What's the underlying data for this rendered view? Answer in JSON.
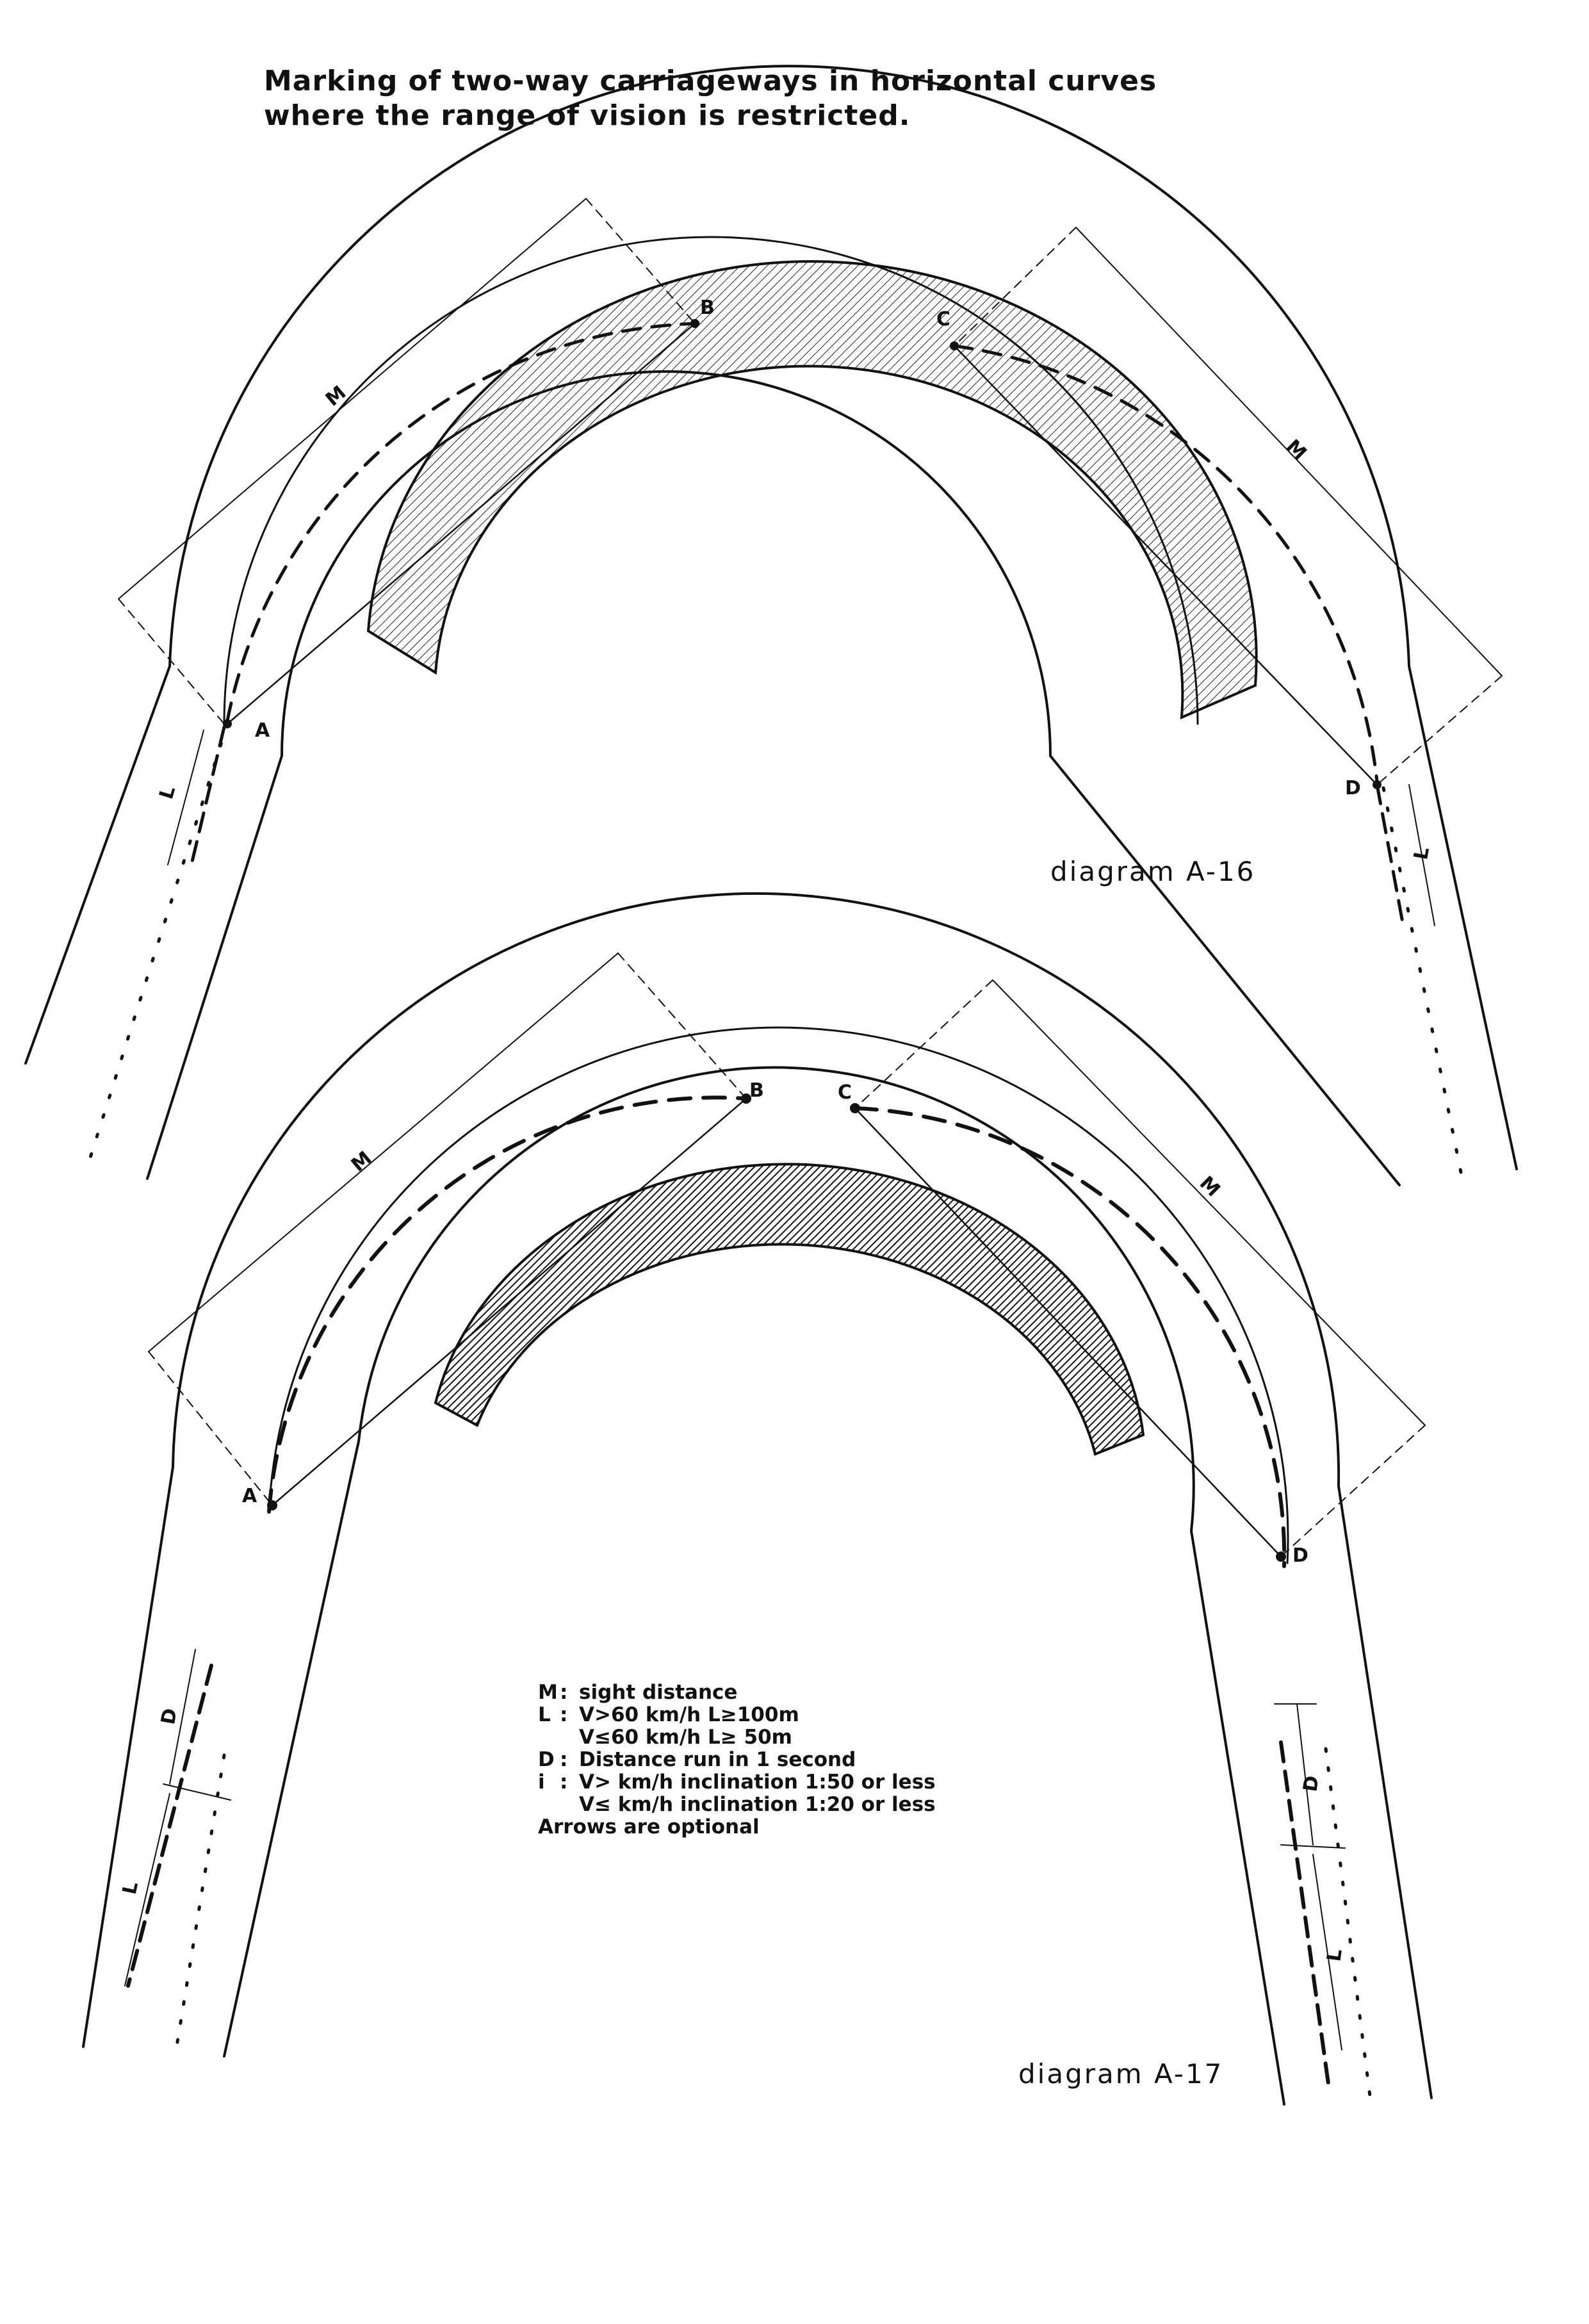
{
  "title": {
    "line1": "Marking of two-way carriageways in horizontal curves",
    "line2": "where the range of vision is restricted."
  },
  "diagram_a16": {
    "caption": "diagram A-16",
    "points": [
      "A",
      "B",
      "C",
      "D"
    ],
    "dims": {
      "sight": "M",
      "length": "L"
    }
  },
  "diagram_a17": {
    "caption": "diagram A-17",
    "points": [
      "A",
      "B",
      "C",
      "D"
    ],
    "dims": {
      "sight": "M",
      "length": "L",
      "distance": "D"
    }
  },
  "legend": {
    "m_key": "M",
    "m_text": "sight distance",
    "l_key": "L",
    "l_text1": "V>60 km/h  L≥100m",
    "l_text2": "V≤60 km/h  L≥ 50m",
    "d_key": "D",
    "d_text": "Distance run in 1 second",
    "i_key": "i",
    "i_text1": "V> km/h  inclination  1:50 or less",
    "i_text2": "V≤ km/h  inclination  1:20 or less",
    "note": "Arrows are optional"
  },
  "colors": {
    "ink": "#111111",
    "paper": "#ffffff"
  }
}
